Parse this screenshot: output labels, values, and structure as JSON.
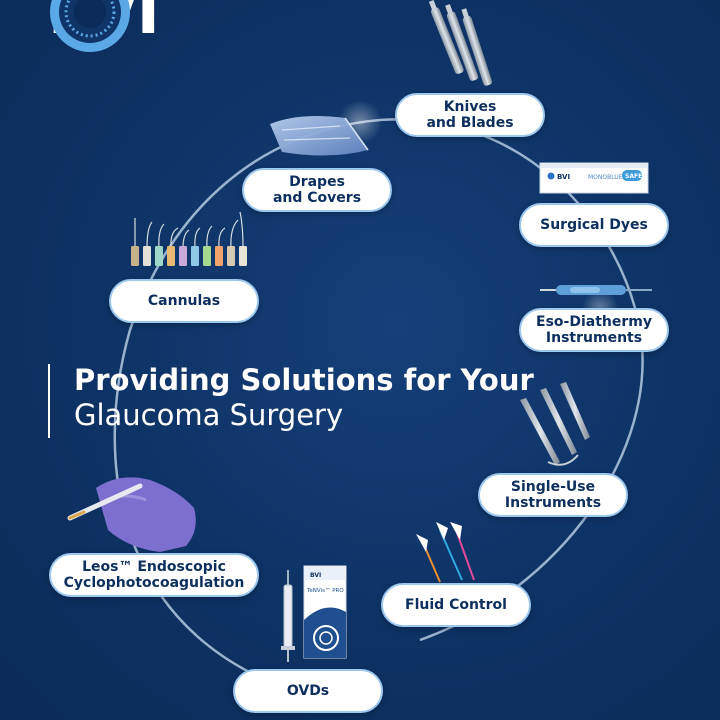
{
  "brand": {
    "logo_text": "BVI",
    "colors": {
      "background": "#0f3468",
      "accent": "#5aa9e6",
      "pill_text": "#0d2f5e",
      "pill_border": "#9cc7ee"
    }
  },
  "headline": {
    "line1": "Providing Solutions for Your",
    "line2": "Glaucoma Surgery"
  },
  "products": {
    "knives": {
      "line1": "Knives",
      "line2": "and Blades",
      "icon": "scalpel-icon"
    },
    "drapes": {
      "line1": "Drapes",
      "line2": "and Covers",
      "icon": "drape-icon"
    },
    "dyes": {
      "line1": "Surgical Dyes",
      "icon": "dye-box-icon",
      "box_brand": "BVI",
      "box_label": "MONOBLUE",
      "box_badge": "SAFE"
    },
    "cannulas": {
      "line1": "Cannulas",
      "icon": "cannula-icon"
    },
    "diathermy": {
      "line1": "Eso-Diathermy",
      "line2": "Instruments",
      "icon": "diathermy-pen-icon"
    },
    "single_use": {
      "line1": "Single-Use",
      "line2": "Instruments",
      "icon": "forceps-icon"
    },
    "leos": {
      "line1": "Leos™ Endoscopic",
      "line2": "Cyclophotocoagulation",
      "icon": "endoscope-hand-icon"
    },
    "fluid": {
      "line1": "Fluid Control",
      "icon": "sponge-spear-icon"
    },
    "ovds": {
      "line1": "OVDs",
      "icon": "syringe-box-icon",
      "box_brand": "BVI",
      "box_label": "TeNVis™ PRO"
    }
  }
}
